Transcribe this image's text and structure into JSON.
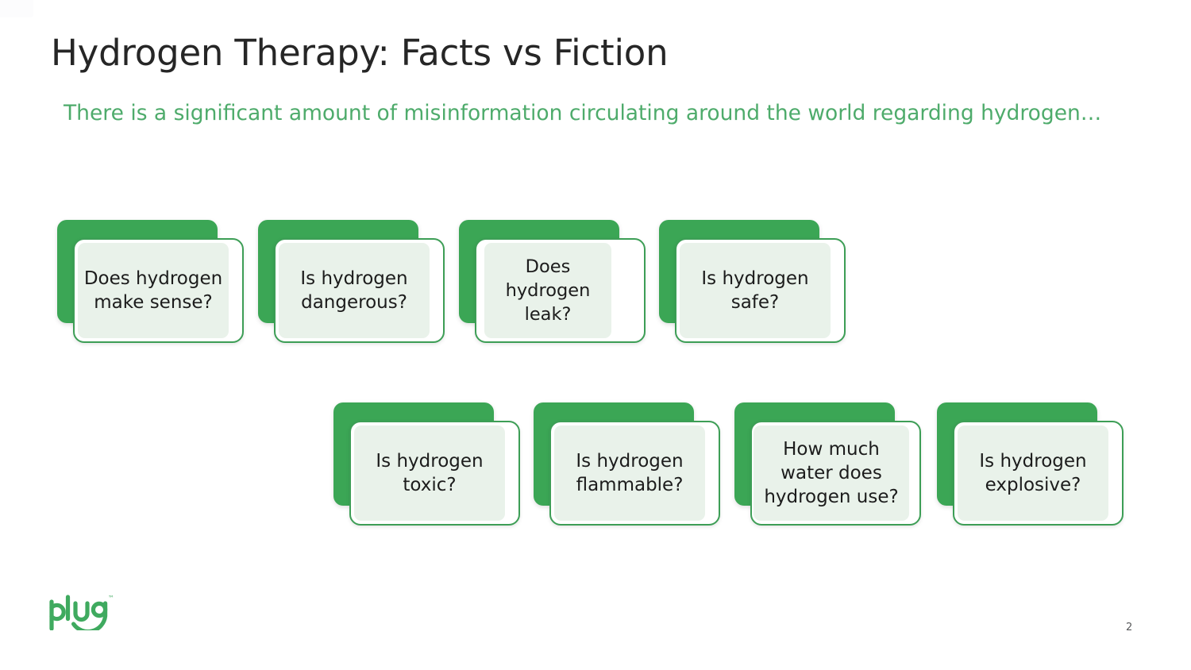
{
  "slide": {
    "title": "Hydrogen Therapy: Facts vs Fiction",
    "subtitle": "There is a significant amount of misinformation circulating around the world regarding hydrogen…",
    "page_number": "2",
    "logo_text": "plug",
    "logo_trademark": "™",
    "colors": {
      "brand_green": "#3ba655",
      "border_green": "#3d9e56",
      "panel_tint": "#e9f2ea",
      "subtitle_green": "#4eab6b",
      "title_text": "#262626",
      "card_text": "#1c1c1c",
      "page_number_text": "#58595b",
      "background": "#ffffff"
    }
  },
  "cards": {
    "row1": [
      {
        "text": "Does hydrogen make sense?"
      },
      {
        "text": "Is hydrogen dangerous?"
      },
      {
        "text": "Does hydrogen leak?"
      },
      {
        "text": "Is hydrogen safe?"
      }
    ],
    "row2": [
      {
        "text": "Is hydrogen toxic?"
      },
      {
        "text": "Is hydrogen flammable?"
      },
      {
        "text": "How much water does hydrogen use?"
      },
      {
        "text": "Is hydrogen explosive?"
      }
    ]
  }
}
